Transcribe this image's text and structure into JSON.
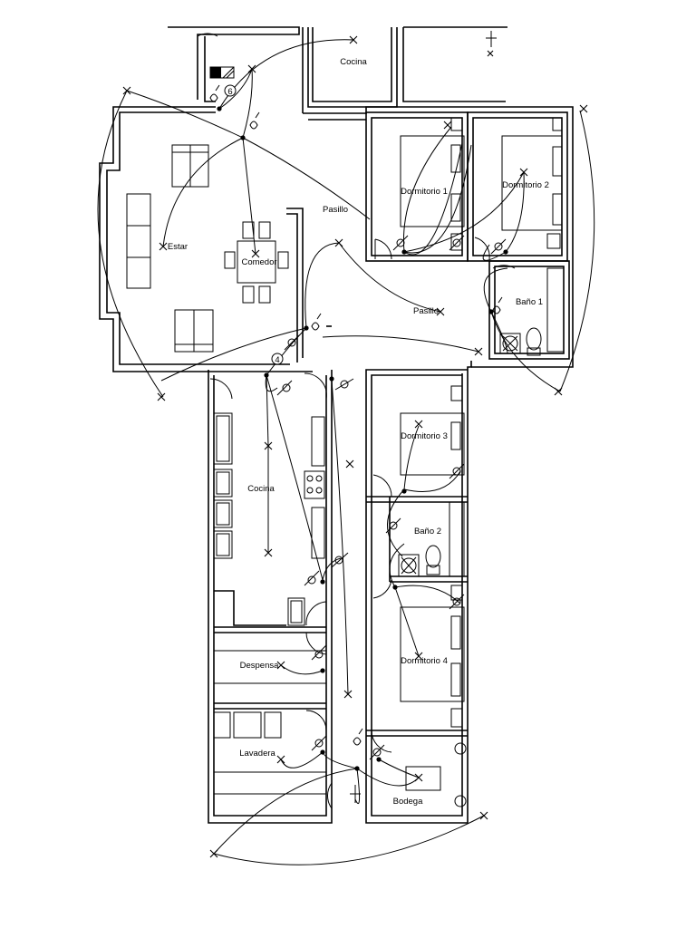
{
  "rooms": {
    "cocina_top": "Cocina",
    "estar": "Estar",
    "comedor": "Comedor",
    "pasillo_1": "Pasillo",
    "pasillo_2": "Pasillo",
    "dormitorio_1": "Dormitorio 1",
    "dormitorio_2": "Dormitorio 2",
    "bano_1": "Baño 1",
    "cocina": "Cocina",
    "dormitorio_3": "Dormitorio 3",
    "bano_2": "Baño 2",
    "dormitorio_4": "Dormitorio 4",
    "despensa": "Despensa",
    "lavadera": "Lavadera",
    "bodega": "Bodega"
  },
  "symbols": {
    "meter_number": "6",
    "circuit_number": "4"
  }
}
